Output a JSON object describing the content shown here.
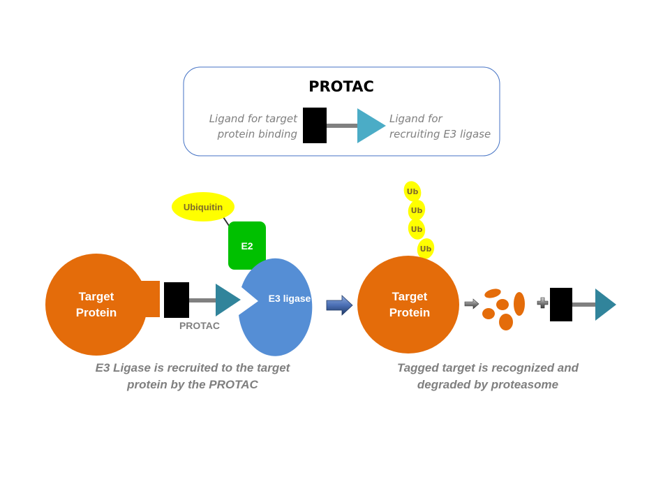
{
  "legend": {
    "title": "PROTAC",
    "left_label_lines": [
      "Ligand for target",
      "protein binding"
    ],
    "right_label_lines": [
      "Ligand for",
      "recruiting E3 ligase"
    ]
  },
  "step1": {
    "target_label_lines": [
      "Target",
      "Protein"
    ],
    "protac_label": "PROTAC",
    "ubiquitin_label": "Ubiquitin",
    "e2_label": "E2",
    "e3_label": "E3 ligase",
    "caption_lines": [
      "E3 Ligase is recruited to the target",
      "protein by the PROTAC"
    ]
  },
  "step2": {
    "target_label_lines": [
      "Target",
      "Protein"
    ],
    "ub_labels": [
      "Ub",
      "Ub",
      "Ub",
      "Ub"
    ],
    "caption_lines": [
      "Tagged target is recognized and",
      "degraded by proteasome"
    ]
  },
  "colors": {
    "target_orange": "#e46c0a",
    "e3_blue": "#558ed5",
    "e2_green": "#00c000",
    "ubiquitin_yellow": "#ffff00",
    "ligand_black": "#000000",
    "linker_gray": "#808080",
    "e3_ligand_teal": "#31849b",
    "legend_e3_ligand": "#4bacc6",
    "legend_border": "#4472c4"
  }
}
